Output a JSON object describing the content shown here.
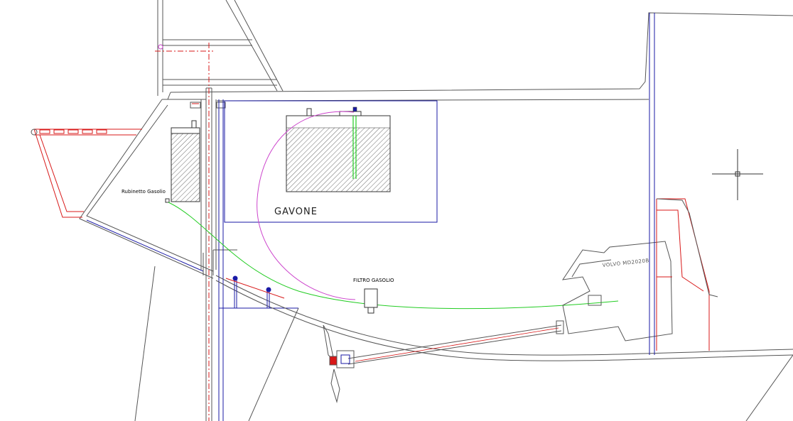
{
  "drawing": {
    "labels": {
      "fuel_tap": "Rubinetto Gasolio",
      "locker": "GAVONE",
      "fuel_filter": "FILTRO GASOLIO",
      "engine_model": "VOLVO MD2020B"
    },
    "colors": {
      "structure": "#555555",
      "bulkhead": "#1a1aa6",
      "red": "#d81818",
      "fuel_line": "#22cc22",
      "return_line": "#cc44cc"
    }
  }
}
